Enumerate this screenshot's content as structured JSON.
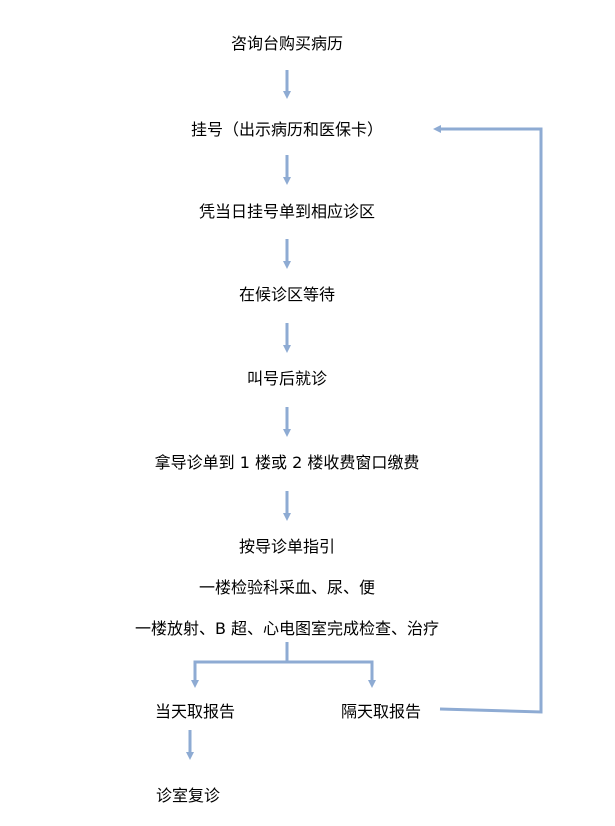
{
  "colors": {
    "arrow": "#8eabd3",
    "text": "#000000"
  },
  "steps": {
    "buy_record": "咨询台购买病历",
    "register": "挂号（出示病历和医保卡）",
    "go_area": "凭当日挂号单到相应诊区",
    "wait": "在候诊区等待",
    "called": "叫号后就诊",
    "pay": "拿导诊单到 1 楼或 2 楼收费窗口缴费",
    "follow_guide": "按导诊单指引",
    "lab": "一楼检验科采血、尿、便",
    "imaging": "一楼放射、B 超、心电图室完成检查、治疗",
    "same_day_report": "当天取报告",
    "next_day_report": "隔天取报告",
    "revisit": "诊室复诊"
  }
}
